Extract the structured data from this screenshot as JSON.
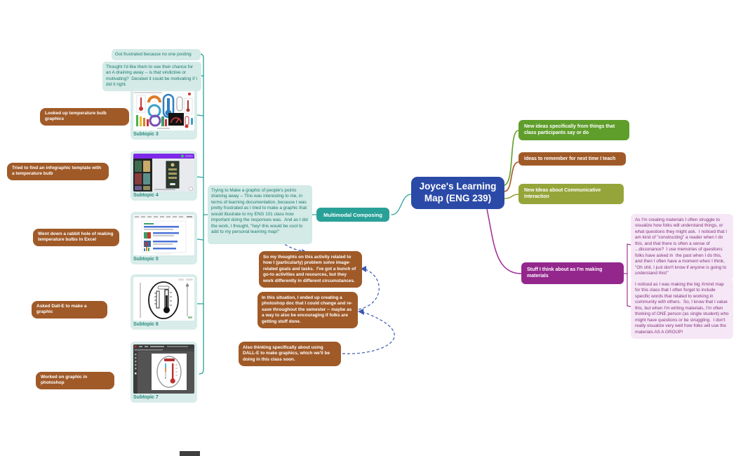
{
  "central_topic": {
    "label": "Joyce's Learning Map (ENG 239)",
    "color": "#2b4aa8"
  },
  "branches": {
    "multimodal": {
      "label": "Multimodal Composing",
      "color": "#2aa198",
      "note": "Trying to Make a graphic of people's points draining away -- This was interesting to me, in terms of learning documentation, because I was pretty frustrated as I tried to make a graphic that would illustrate to my ENG 101 class how important doing the responses was.  And as I did the work, I thought, \"hey! this would be cool to add to my personal learning map!\"",
      "child_notes": [
        "Got frustrated because no one posting",
        "Thought I'd like them to see their chance for an A draining away -- is that vindictive or motivating?  Decided it could be motivating if I did it right."
      ],
      "subtopics": [
        {
          "label": "Subtopic 3",
          "callout": "Looked up temperature bulb graphics",
          "image_alt": "grid of temperature bulb graphics"
        },
        {
          "label": "Subtopic 4",
          "callout": "Tried to find an infographic template with a temperature bulb",
          "image_alt": "design app with infographic templates"
        },
        {
          "label": "Subtopic 5",
          "callout": "Went down a rabbit hole of making temperature bulbs in Excel",
          "image_alt": "web search results about Excel thermometers"
        },
        {
          "label": "Subtopic 6",
          "callout": "Asked Dall-E to make a graphic",
          "image_alt": "black and white oval thermometer drawing"
        },
        {
          "label": "Subtopic 7",
          "callout": "Worked on graphic in photoshop",
          "image_alt": "photoshop canvas with red thermometer graphic"
        }
      ],
      "floating_notes": [
        "So my thoughts on this activity related to how I (particularly) problem solve image-related goals and tasks.  I've got a bunch of go-to activities and resources, but they work differently in different circumstances.",
        "In this situation, I ended up creating a photoshop doc that I could change and re-save throughout the semester -- maybe as a way to also be encouraging if folks are getting stuff done.",
        "Also thinking specifically about using DALL-E to make graphics, which we'll be doing in this class soon."
      ]
    },
    "right": [
      {
        "label": "New ideas specifically from things that class participants say or do",
        "color": "#5f9e2b"
      },
      {
        "label": "Ideas to remember for next time I teach",
        "color": "#a05a28"
      },
      {
        "label": "New Ideas about Communicative Interaction",
        "color": "#96a53a"
      },
      {
        "label": "Stuff I think about as I'm making materials",
        "color": "#93278c",
        "notes": [
          "As I'm creating materials I often struggle to visualize how folks will understand things, or what questions they might ask.  I noticed that I am kind of \"constructing\" a reader when I do this, and that there is often a sense of ...dissonance?  I use memories of questions folks have asked in  the past when I do this, and then I often have a moment when I think, \"Oh shit, I just don't know if anyone is going to understand this!\"",
          "I noticed as I was making the big Xmind map for this class that I often forget to include specific words that related to working in community with others.  So, I know that I value this, but when I'm writing materials, I'm often thinking of ONE person (as single student) who might have questions or be struggling.  I don't really visualize very well how folks will use the materials AS A GROUP!"
        ]
      }
    ]
  }
}
